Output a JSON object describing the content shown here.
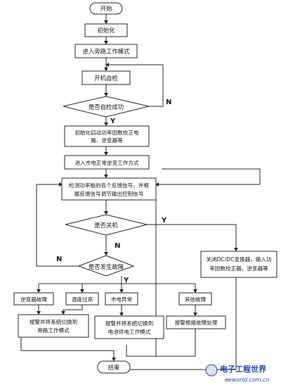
{
  "nodes": {
    "start": "开始",
    "init": "初始化",
    "bypass_mode": "进入旁路工作模式",
    "self_check": "开机自检",
    "self_check_ok": "是否自检成功",
    "init_start": [
      "初始化启动功率因数校正电",
      "路、逆变器等"
    ],
    "mains_inverter": "进入市电正常逆变工作方式",
    "sense_feedback": [
      "检测功率板的各个反馈信号，并根",
      "据反馈信号调节输出控制信号"
    ],
    "shutdown_q": "是否关机",
    "fault_q": "是否发生故障",
    "close_dcdc": [
      "关闭DC/DC变换器，输入功",
      "率因数校正器，逆变器等"
    ],
    "fault_inverter": "逆变器故障",
    "fault_overtemp": "温度过高",
    "fault_mains": "市电异常",
    "fault_other": "其他故障",
    "alarm_bypass": [
      "报警并将系统切换到",
      "旁路工作模式"
    ],
    "alarm_battery": [
      "报警并将系统切换到",
      "电池供电工作模式"
    ],
    "alarm_handle": "报警根据故障处理",
    "end": "结束"
  },
  "labels": {
    "yes": "Y",
    "no": "N"
  },
  "watermark": {
    "logo": "电子工程世界",
    "url": "eeworld.com.cn"
  }
}
